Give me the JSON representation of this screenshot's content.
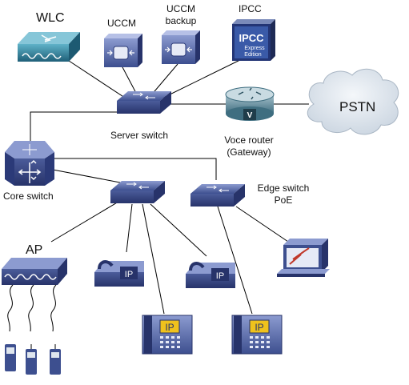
{
  "diagram": {
    "nodes": {
      "wlc": {
        "label": "WLC"
      },
      "uccm": {
        "label": "UCCM"
      },
      "uccm_backup": {
        "label_line1": "UCCM",
        "label_line2": "backup"
      },
      "ipcc": {
        "label": "IPCC",
        "badge_big": "IPCC",
        "badge_small1": "Express",
        "badge_small2": "Edition"
      },
      "server_switch": {
        "label": "Server switch"
      },
      "voice_router": {
        "label_line1": "Voce router",
        "label_line2": "(Gateway)",
        "badge": "V"
      },
      "pstn": {
        "label": "PSTN"
      },
      "core_switch": {
        "label": "Core switch"
      },
      "edge_switch": {
        "label_line1": "Edge switch",
        "label_line2": "PoE"
      },
      "ap": {
        "label": "AP"
      },
      "ip_phone": {
        "badge": "IP"
      }
    }
  },
  "colors": {
    "device_blue": "#4a5f9e",
    "device_dark": "#2b3a78",
    "cloud_fill": "#dfe6ee",
    "line": "#000000",
    "phone_screen": "#f0c21c",
    "wlc_teal": "#2f7f9a"
  },
  "icons": [
    "wlc-icon",
    "uccm-server-icon",
    "uccm-backup-server-icon",
    "ipcc-icon",
    "switch-icon",
    "router-icon",
    "cloud-icon",
    "core-switch-icon",
    "access-point-icon",
    "ip-phone-icon",
    "workstation-icon",
    "wireless-phone-icon"
  ]
}
